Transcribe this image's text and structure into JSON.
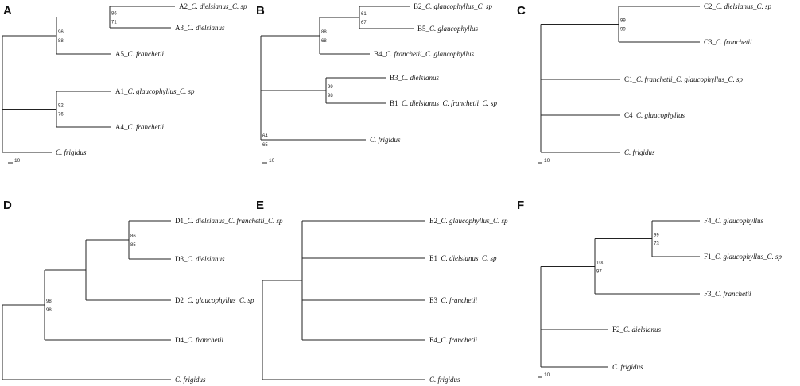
{
  "panels": [
    {
      "letter": "A",
      "scale_label": "10",
      "supports": {
        "A_a": [
          "86",
          "71"
        ],
        "A_b": [
          "96",
          "88"
        ],
        "A_c": [
          "92",
          "76"
        ]
      },
      "leaves": [
        {
          "id": "A2",
          "parts": [
            [
              "A2_",
              ""
            ],
            [
              "C. dielsianus",
              "sp"
            ],
            [
              "_",
              ""
            ],
            [
              "C. sp",
              "sp"
            ]
          ]
        },
        {
          "id": "A3",
          "parts": [
            [
              "A3_",
              ""
            ],
            [
              "C. dielsianus",
              "sp"
            ]
          ]
        },
        {
          "id": "A5",
          "parts": [
            [
              "A5_",
              ""
            ],
            [
              "C. franchetii",
              "sp"
            ]
          ]
        },
        {
          "id": "A1",
          "parts": [
            [
              "A1_",
              ""
            ],
            [
              "C. glaucophyllus",
              "sp"
            ],
            [
              "_",
              ""
            ],
            [
              "C. sp",
              "sp"
            ]
          ]
        },
        {
          "id": "A4",
          "parts": [
            [
              "A4_",
              ""
            ],
            [
              "C. franchetii",
              "sp"
            ]
          ]
        },
        {
          "id": "AF",
          "parts": [
            [
              "C. frigidus",
              "sp"
            ]
          ]
        }
      ]
    },
    {
      "letter": "B",
      "scale_label": "10",
      "supports": {
        "B_a": [
          "61",
          "67"
        ],
        "B_b": [
          "88",
          "68"
        ],
        "B_c": [
          "99",
          "98"
        ],
        "B_d": [
          "64",
          "65"
        ]
      },
      "leaves": [
        {
          "id": "B2",
          "parts": [
            [
              "B2_",
              ""
            ],
            [
              "C. glaucophyllus",
              "sp"
            ],
            [
              "_",
              ""
            ],
            [
              "C. sp",
              "sp"
            ]
          ]
        },
        {
          "id": "B5",
          "parts": [
            [
              "B5_",
              ""
            ],
            [
              "C. glaucophyllus",
              "sp"
            ]
          ]
        },
        {
          "id": "B4",
          "parts": [
            [
              "B4_",
              ""
            ],
            [
              "C. franchetii",
              "sp"
            ],
            [
              "_",
              ""
            ],
            [
              "C. glaucophyllus",
              "sp"
            ]
          ]
        },
        {
          "id": "B3",
          "parts": [
            [
              "B3_",
              ""
            ],
            [
              "C. dielsianus",
              "sp"
            ]
          ]
        },
        {
          "id": "B1",
          "parts": [
            [
              "B1_",
              ""
            ],
            [
              "C. dielsianus",
              "sp"
            ],
            [
              "_",
              ""
            ],
            [
              "C. franchetii",
              "sp"
            ],
            [
              "_",
              ""
            ],
            [
              "C. sp",
              "sp"
            ]
          ]
        },
        {
          "id": "BF",
          "parts": [
            [
              "C. frigidus",
              "sp"
            ]
          ]
        }
      ]
    },
    {
      "letter": "C",
      "scale_label": "10",
      "supports": {
        "C_a": [
          "99",
          "99"
        ]
      },
      "leaves": [
        {
          "id": "C2",
          "parts": [
            [
              "C2_",
              ""
            ],
            [
              "C. dielsianus",
              "sp"
            ],
            [
              "_",
              ""
            ],
            [
              "C. sp",
              "sp"
            ]
          ]
        },
        {
          "id": "C3",
          "parts": [
            [
              "C3_",
              ""
            ],
            [
              "C. franchetii",
              "sp"
            ]
          ]
        },
        {
          "id": "C1",
          "parts": [
            [
              "C1_",
              ""
            ],
            [
              "C. franchetii",
              "sp"
            ],
            [
              "_",
              ""
            ],
            [
              "C. glaucophyllus",
              "sp"
            ],
            [
              "_",
              ""
            ],
            [
              "C. sp",
              "sp"
            ]
          ]
        },
        {
          "id": "C4",
          "parts": [
            [
              "C4_",
              ""
            ],
            [
              "C. glaucophyllus",
              "sp"
            ]
          ]
        },
        {
          "id": "CF",
          "parts": [
            [
              "C. frigidus",
              "sp"
            ]
          ]
        }
      ]
    },
    {
      "letter": "D",
      "scale_label": "",
      "supports": {
        "D_a": [
          "86",
          "85"
        ],
        "D_b": [
          "98",
          "98"
        ]
      },
      "leaves": [
        {
          "id": "D1",
          "parts": [
            [
              "D1_",
              ""
            ],
            [
              "C. dielsianus",
              "sp"
            ],
            [
              "_",
              ""
            ],
            [
              "C. franchetii",
              "sp"
            ],
            [
              "_",
              ""
            ],
            [
              "C. sp",
              "sp"
            ]
          ]
        },
        {
          "id": "D3",
          "parts": [
            [
              "D3_",
              ""
            ],
            [
              "C. dielsianus",
              "sp"
            ]
          ]
        },
        {
          "id": "D2",
          "parts": [
            [
              "D2_",
              ""
            ],
            [
              "C. glaucophyllus",
              "sp"
            ],
            [
              "_",
              ""
            ],
            [
              "C. sp",
              "sp"
            ]
          ]
        },
        {
          "id": "D4",
          "parts": [
            [
              "D4_",
              ""
            ],
            [
              "C. franchetii",
              "sp"
            ]
          ]
        },
        {
          "id": "DF",
          "parts": [
            [
              "C. frigidus",
              "sp"
            ]
          ]
        }
      ]
    },
    {
      "letter": "E",
      "scale_label": "",
      "supports": {},
      "leaves": [
        {
          "id": "E2",
          "parts": [
            [
              "E2_",
              ""
            ],
            [
              "C. glaucophyllus",
              "sp"
            ],
            [
              "_",
              ""
            ],
            [
              "C. sp",
              "sp"
            ]
          ]
        },
        {
          "id": "E1",
          "parts": [
            [
              "E1_",
              ""
            ],
            [
              "C. dielsianus",
              "sp"
            ],
            [
              "_",
              ""
            ],
            [
              "C. sp",
              "sp"
            ]
          ]
        },
        {
          "id": "E3",
          "parts": [
            [
              "E3_",
              ""
            ],
            [
              "C. franchetii",
              "sp"
            ]
          ]
        },
        {
          "id": "E4",
          "parts": [
            [
              "E4_",
              ""
            ],
            [
              "C. franchetii",
              "sp"
            ]
          ]
        },
        {
          "id": "EF",
          "parts": [
            [
              "C. frigidus",
              "sp"
            ]
          ]
        }
      ]
    },
    {
      "letter": "F",
      "scale_label": "10",
      "supports": {
        "F_a": [
          "99",
          "73"
        ],
        "F_b": [
          "100",
          "97"
        ]
      },
      "leaves": [
        {
          "id": "F4",
          "parts": [
            [
              "F4_",
              ""
            ],
            [
              "C. glaucophyllus",
              "sp"
            ]
          ]
        },
        {
          "id": "F1",
          "parts": [
            [
              "F1_",
              ""
            ],
            [
              "C. glaucophyllus",
              "sp"
            ],
            [
              "_",
              ""
            ],
            [
              "C. sp",
              "sp"
            ]
          ]
        },
        {
          "id": "F3",
          "parts": [
            [
              "F3_",
              ""
            ],
            [
              "C. franchetii",
              "sp"
            ]
          ]
        },
        {
          "id": "F2",
          "parts": [
            [
              "F2_",
              ""
            ],
            [
              "C. dielsianus",
              "sp"
            ]
          ]
        },
        {
          "id": "FF",
          "parts": [
            [
              "C. frigidus",
              "sp"
            ]
          ]
        }
      ]
    }
  ]
}
